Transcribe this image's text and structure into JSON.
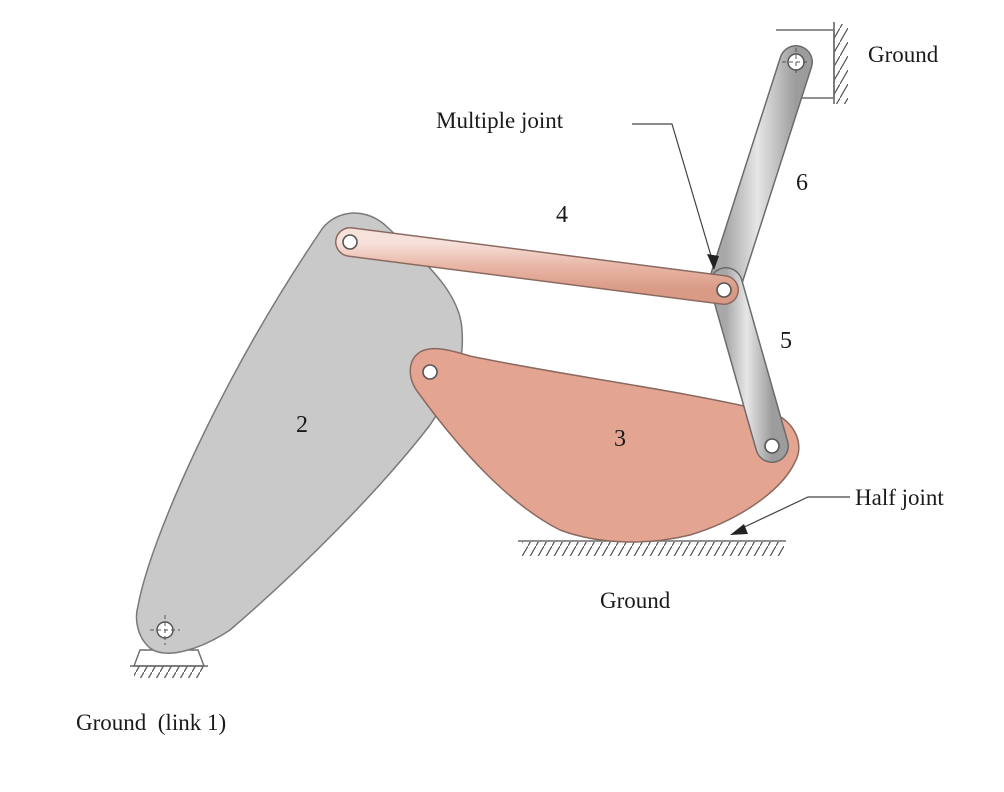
{
  "colors": {
    "link_gray": "#c9c9c9",
    "link_pink": "#e3a591",
    "rod_pink": "#edc6bb",
    "rod_gray": "#c4c4c4",
    "outline": "#6b6b6b",
    "hatch": "#555555"
  },
  "labels": {
    "ground_top_right": "Ground",
    "multiple_joint": "Multiple joint",
    "half_joint": "Half joint",
    "ground_center": "Ground",
    "ground_link1": "Ground  (link 1)"
  },
  "links": {
    "link2": "2",
    "link3": "3",
    "link4": "4",
    "link5": "5",
    "link6": "6"
  }
}
